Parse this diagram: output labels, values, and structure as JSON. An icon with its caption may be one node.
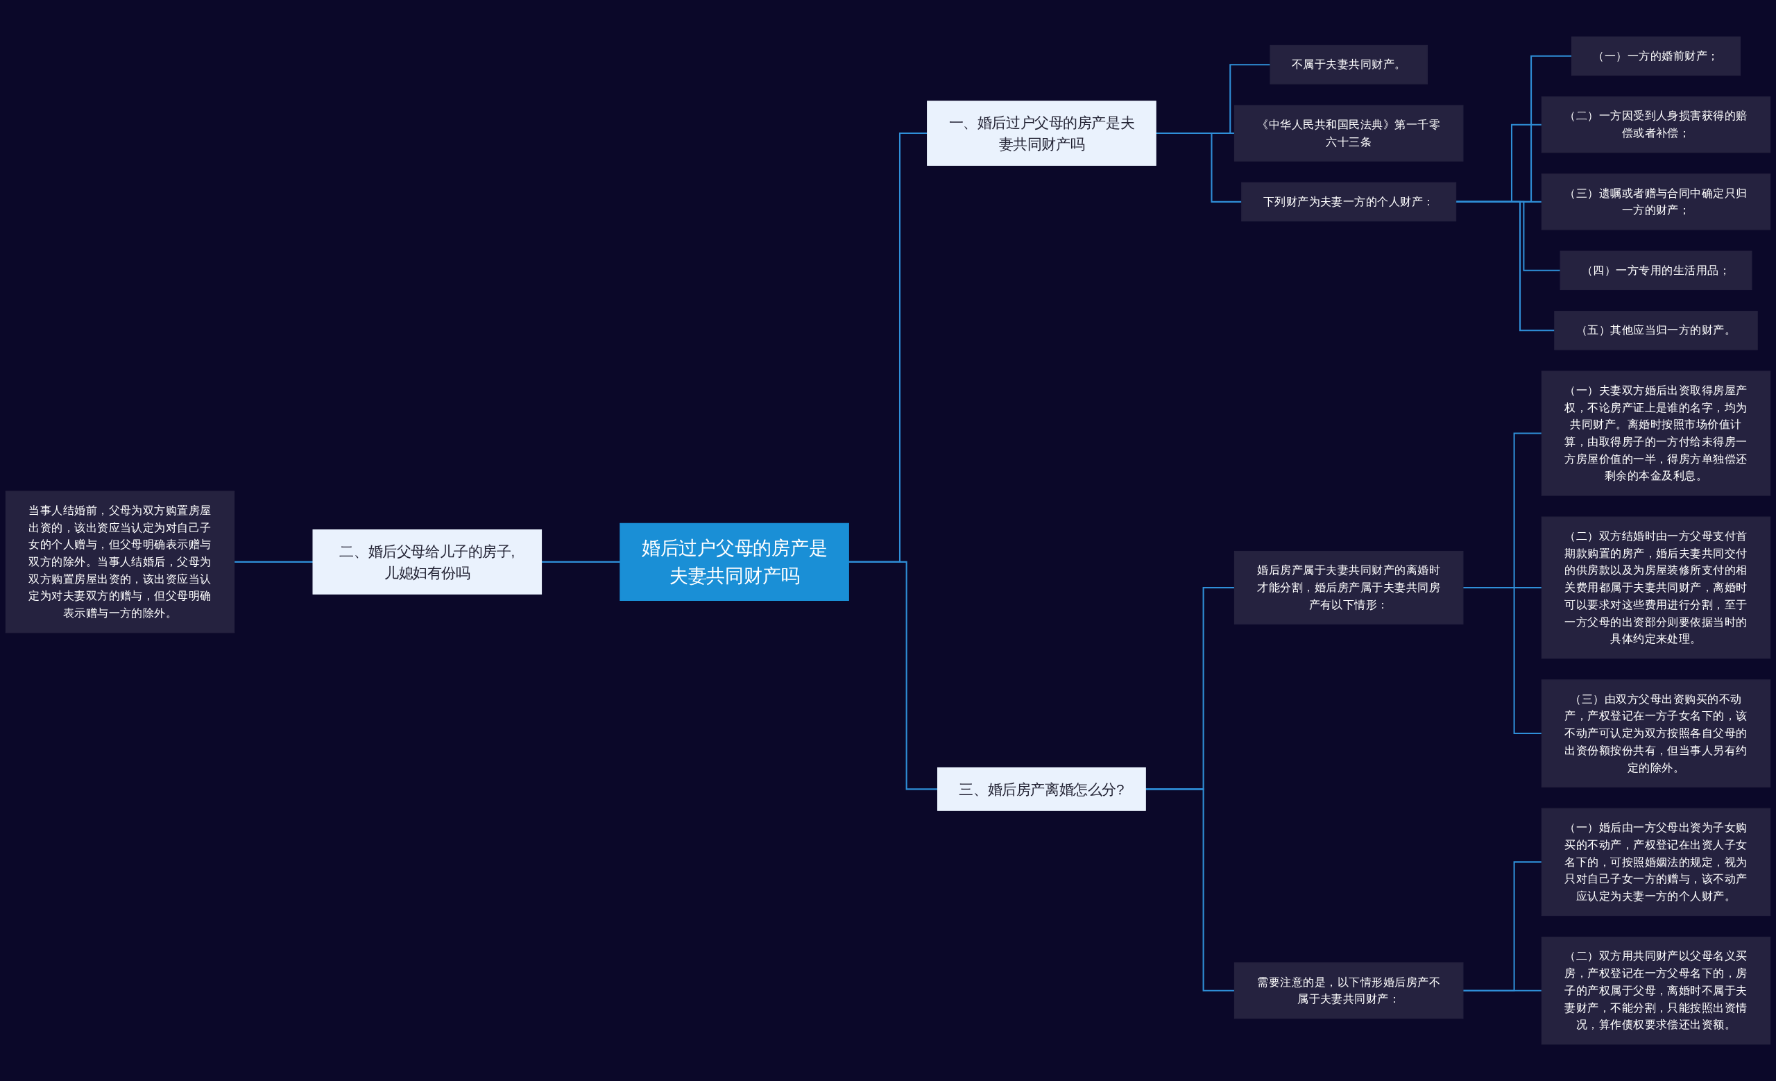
{
  "diagram": {
    "nodes": [
      {
        "text": [
          "婚后过户父母的房产是夫妻共同财产吗"
        ]
      },
      {
        "text": [
          "一、婚后过户父母的房产是夫妻共同财产吗"
        ]
      },
      {
        "text": [
          "不属于夫妻共同财产。"
        ]
      },
      {
        "text": [
          "《中华人民共和国民法典》第一千零六十三条"
        ]
      },
      {
        "text": [
          "下列财产为夫妻一方的个人财产："
        ]
      },
      {
        "text": [
          "（一）一方的婚前财产；"
        ]
      },
      {
        "text": [
          "（二）一方因受到人身损害获得的赔偿或者补偿；"
        ]
      },
      {
        "text": [
          "（三）遗嘱或者赠与合同中确定只归一方的财产；"
        ]
      },
      {
        "text": [
          "（四）一方专用的生活用品；"
        ]
      },
      {
        "text": [
          "（五）其他应当归一方的财产。"
        ]
      },
      {
        "text": [
          "二、婚后父母给儿子的房子,儿媳妇有份吗"
        ]
      },
      {
        "text": [
          "当事人结婚前，父母为双方购置房屋出资的，该出资应当认定为对自己子女的个人赠与，但父母明确表示赠与双方的除外。当事人结婚后，父母为双方购置房屋出资的，该出资应当认定为对夫妻双方的赠与，但父母明确表示赠与一方的除外。"
        ]
      },
      {
        "text": [
          "三、婚后房产离婚怎么分?"
        ]
      },
      {
        "text": [
          "婚后房产属于夫妻共同财产的离婚时才能分割，婚后房产属于夫妻共同房产有以下情形："
        ]
      },
      {
        "text": [
          "（一）夫妻双方婚后出资取得房屋产权，不论房产证上是谁的名字，均为共同财产。离婚时按照市场价值计算，由取得房子的一方付给未得房一方房屋价值的一半，得房方单独偿还剩余的本金及利息。"
        ]
      },
      {
        "text": [
          "（二）双方结婚时由一方父母支付首期款购置的房产，婚后夫妻共同交付的供房款以及为房屋装修所支付的相关费用都属于夫妻共同财产，离婚时可以要求对这些费用进行分割，至于一方父母的出资部分则要依据当时的具体约定来处理。"
        ]
      },
      {
        "text": [
          "（三）由双方父母出资购买的不动产，产权登记在一方子女名下的，该不动产可认定为双方按照各自父母的出资份额按份共有，但当事人另有约定的除外。"
        ]
      },
      {
        "text": [
          "需要注意的是，以下情形婚后房产不属于夫妻共同财产："
        ]
      },
      {
        "text": [
          "（一）婚后由一方父母出资为子女购买的不动产，产权登记在出资人子女名下的，可按照婚姻法的规定，视为只对自己子女一方的赠与，该不动产应认定为夫妻一方的个人财产。"
        ]
      },
      {
        "text": [
          "（二）双方用共同财产以父母名义买房，产权登记在一方父母名下的，房子的产权属于父母，离婚时不属于夫妻财产，不能分割，只能按照出资情况，算作债权要求偿还出资额。"
        ]
      }
    ],
    "edges": [
      {
        "from": 0,
        "to": 1,
        "arrow": "none"
      },
      {
        "from": 1,
        "to": 2,
        "arrow": "none"
      },
      {
        "from": 1,
        "to": 3,
        "arrow": "none"
      },
      {
        "from": 1,
        "to": 4,
        "arrow": "none"
      },
      {
        "from": 4,
        "to": 5,
        "arrow": "none"
      },
      {
        "from": 4,
        "to": 6,
        "arrow": "none"
      },
      {
        "from": 4,
        "to": 7,
        "arrow": "none"
      },
      {
        "from": 4,
        "to": 8,
        "arrow": "none"
      },
      {
        "from": 4,
        "to": 9,
        "arrow": "none"
      },
      {
        "from": 0,
        "to": 10,
        "arrow": "none"
      },
      {
        "from": 10,
        "to": 11,
        "arrow": "none"
      },
      {
        "from": 0,
        "to": 12,
        "arrow": "none"
      },
      {
        "from": 12,
        "to": 13,
        "arrow": "none"
      },
      {
        "from": 13,
        "to": 14,
        "arrow": "none"
      },
      {
        "from": 13,
        "to": 15,
        "arrow": "none"
      },
      {
        "from": 13,
        "to": 16,
        "arrow": "none"
      },
      {
        "from": 12,
        "to": 17,
        "arrow": "none"
      },
      {
        "from": 17,
        "to": 18,
        "arrow": "none"
      },
      {
        "from": 17,
        "to": 19,
        "arrow": "none"
      }
    ]
  }
}
